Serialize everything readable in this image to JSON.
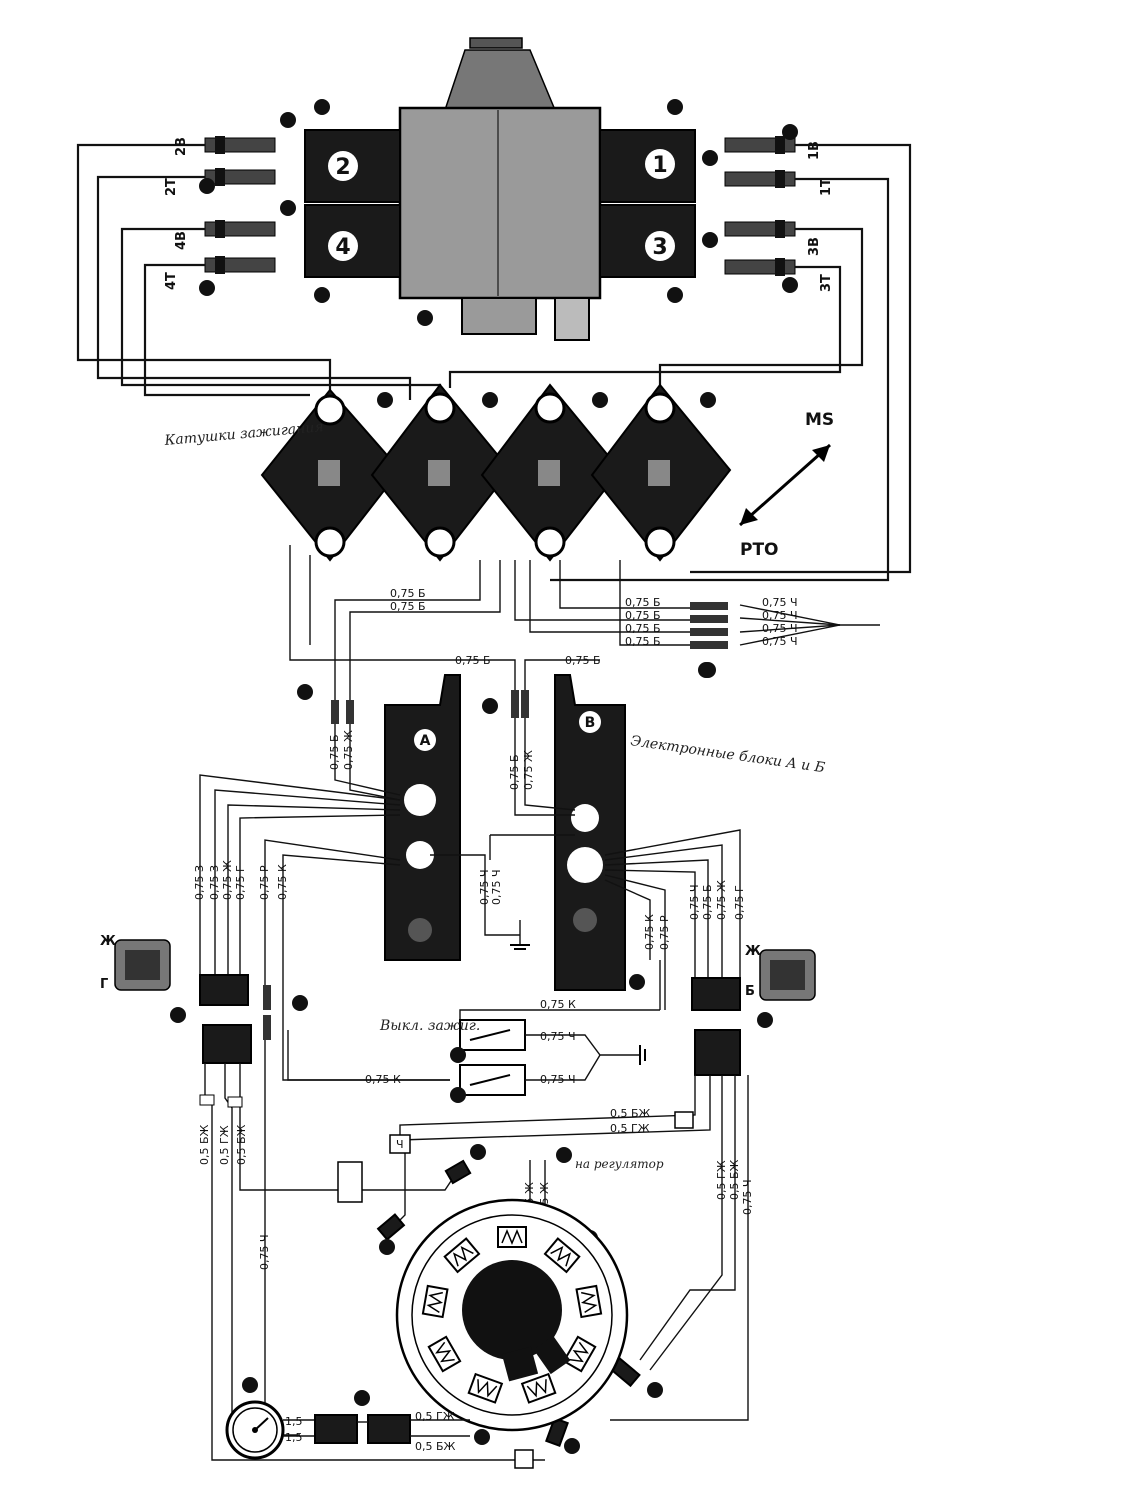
{
  "cylinders": [
    "1",
    "2",
    "3",
    "4"
  ],
  "plug_labels": {
    "left": [
      "2B",
      "2T",
      "4B",
      "4T"
    ],
    "right": [
      "1B",
      "1T",
      "3B",
      "3T"
    ]
  },
  "direction_labels": {
    "ms": "MS",
    "pto": "PTO"
  },
  "coil_units": [
    "A",
    "B"
  ],
  "wire_labels": {
    "upper_bus": [
      "0,75 Б",
      "0,75 Б"
    ],
    "right_bus": [
      "0,75 Б",
      "0,75 Б",
      "0,75 Б",
      "0,75 Б"
    ],
    "right_bus_out": [
      "0,75 Ч",
      "0,75 Ч",
      "0,75 Ч",
      "0,75 Ч"
    ],
    "mid_bus": [
      "0,75 Б",
      "0,75 Б"
    ],
    "unit_a_in": [
      "0,75 Б",
      "0,75 Ж"
    ],
    "unit_b_in": [
      "0,75 Б",
      "0,75 Ж"
    ],
    "ground": [
      "0,75 Ч",
      "0,75 Ч"
    ],
    "left_harness": [
      "0,75 З",
      "0,75 З",
      "0,75 Ж",
      "0,75 Г",
      "0,75 Р",
      "0,75 К"
    ],
    "right_harness": [
      "0,75 Ч",
      "0,75 Б",
      "0,75 Ж",
      "0,75 Г"
    ],
    "unit_b_out": [
      "0,75 К",
      "0,75 Р"
    ],
    "switch_lines": [
      "0,75 К",
      "0,75 Ч",
      "0,75 К",
      "0,75 Ч"
    ],
    "stator_lines": [
      "0,5 БЖ",
      "0,5 ГЖ"
    ],
    "left_lower": [
      "0,5 БЖ",
      "0,5 ГЖ",
      "0,5 БЖ"
    ],
    "center_lower": [
      "1,5 Ж",
      "1,5 Ж"
    ],
    "long_left": "0,75 Ч",
    "right_lower": [
      "0,5 ГЖ",
      "0,5 БЖ",
      "0,75 Ч"
    ],
    "bottom": [
      "1,5",
      "1,5",
      "0,5 ГЖ",
      "0,5 БЖ"
    ],
    "conn_bottom": "Ч"
  },
  "connector_letters": {
    "left_top": "Ж",
    "left_side": "Г",
    "right_top": "Ж",
    "right_side": "Б"
  },
  "handwritten": {
    "coils_note": "Катушки зажигания",
    "units_note": "Электронные блоки А и Б",
    "switch_note": "Выкл. зажиг.",
    "regulator_note": "на регулятор"
  },
  "icons": [
    "spark-plug-icon",
    "ignition-coil-icon",
    "stator-icon",
    "switch-icon",
    "ground-icon",
    "gauge-icon"
  ]
}
